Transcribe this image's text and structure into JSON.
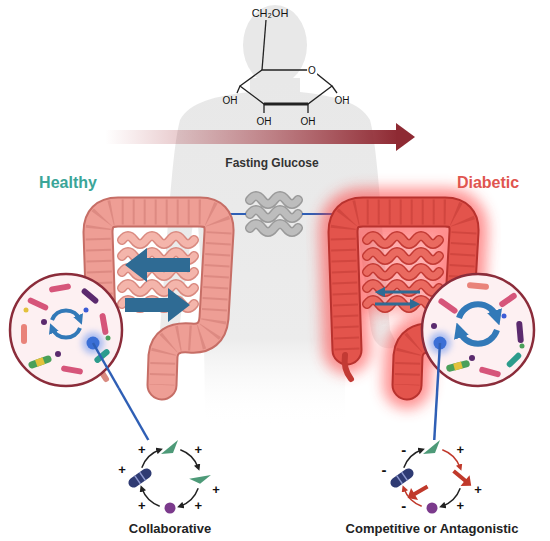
{
  "diagram": {
    "nodes": [
      {
        "text": [
          "Healthy"
        ]
      },
      {
        "text": [
          "Diabetic"
        ]
      },
      {
        "text": [
          "Collaborative"
        ]
      },
      {
        "text": [
          "Competitive or Antagonistic"
        ]
      }
    ],
    "edges": [
      {
        "from": 0,
        "to": 2,
        "arrow": "none"
      },
      {
        "from": 1,
        "to": 3,
        "arrow": "none"
      }
    ],
    "labels": [
      "CH₂OH",
      "O",
      "OH",
      "OH",
      "OH",
      "OH",
      "Fasting Glucose",
      "+",
      "+",
      "+",
      "+",
      "+",
      "+",
      "-",
      "+",
      "-",
      "+",
      "-",
      "+"
    ]
  }
}
